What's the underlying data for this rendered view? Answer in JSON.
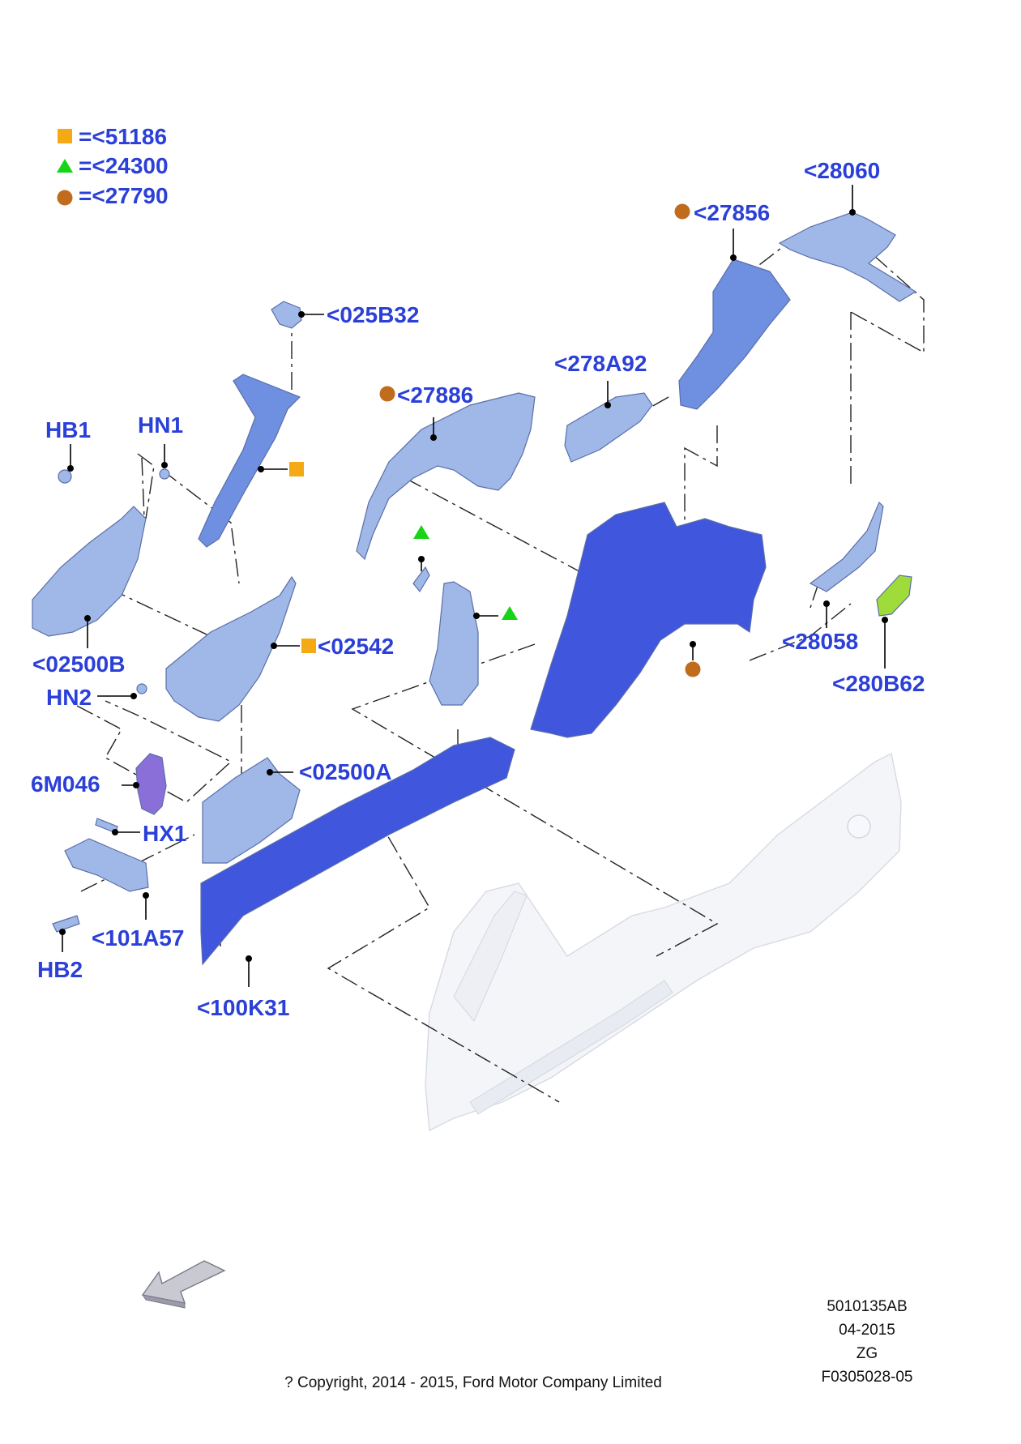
{
  "legend": [
    {
      "symbol": "square",
      "color": "#f5a914",
      "text": "=<51186"
    },
    {
      "symbol": "triangle",
      "color": "#17d417",
      "text": "=<24300"
    },
    {
      "symbol": "circle",
      "color": "#c06c1c",
      "text": "=<27790"
    }
  ],
  "labels": {
    "p28060": "<28060",
    "p27856": "<27856",
    "p025B32": "<025B32",
    "p278A92": "<278A92",
    "p27886": "<27886",
    "HB1": "HB1",
    "HN1": "HN1",
    "p02542": "<02542",
    "p02500B": "<02500B",
    "HN2": "HN2",
    "p28058": "<28058",
    "p280B62": "<280B62",
    "p02500A": "<02500A",
    "p6M046": "6M046",
    "HX1": "HX1",
    "p101A57": "<101A57",
    "HB2": "HB2",
    "p100K31": "<100K31"
  },
  "footer": {
    "ref1": "5010135AB",
    "date": "04-2015",
    "code": "ZG",
    "figure": "F0305028-05",
    "copyright": "? Copyright, 2014 - 2015, Ford Motor Company Limited"
  },
  "colors": {
    "label": "#2b3fd9",
    "part_light": "#9fb8e8",
    "part_deep": "#3f56dd",
    "part_purple": "#8a6fd8",
    "part_green": "#9fdc3a"
  },
  "icons": [
    "front-direction-arrow-icon"
  ]
}
